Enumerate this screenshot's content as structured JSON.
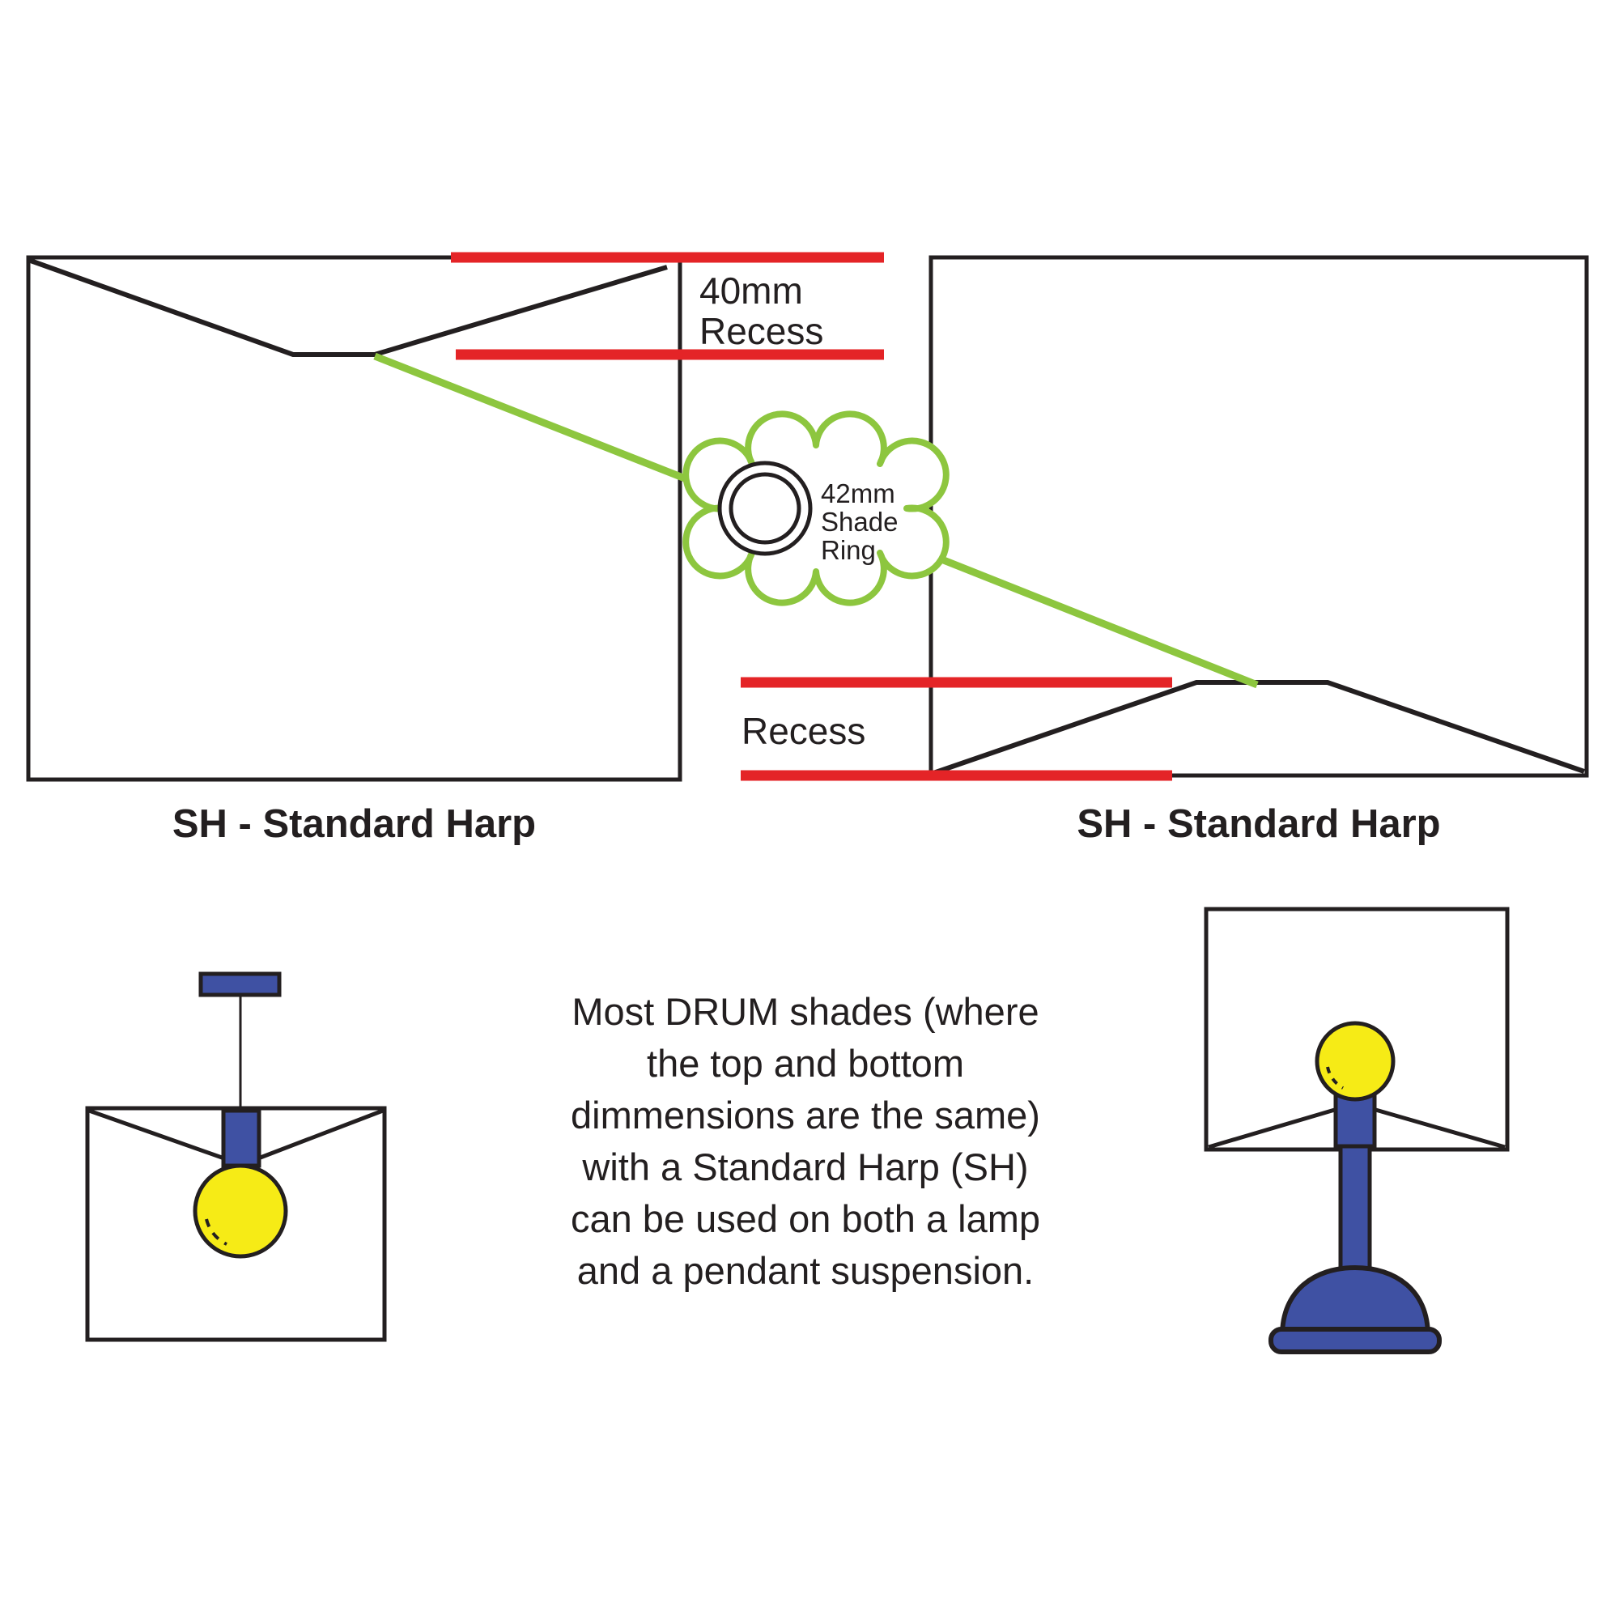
{
  "left_diagram": {
    "recess_line1": "40mm",
    "recess_line2": "Recess",
    "label": "SH - Standard Harp"
  },
  "right_diagram": {
    "recess_label": "Recess",
    "label": "SH - Standard Harp"
  },
  "shade_ring": {
    "line1": "42mm",
    "line2": "Shade",
    "line3": "Ring"
  },
  "note": {
    "lines": [
      "Most DRUM shades (where",
      "the top and bottom",
      "dimmensions are the same)",
      "with a Standard Harp (SH)",
      "can be used on both a lamp",
      "and a pendant suspension."
    ]
  },
  "colors": {
    "red": "#e42427",
    "green": "#8dc63f",
    "blue": "#3f51a3",
    "yellow": "#f6eb16",
    "outline": "#231f20"
  }
}
